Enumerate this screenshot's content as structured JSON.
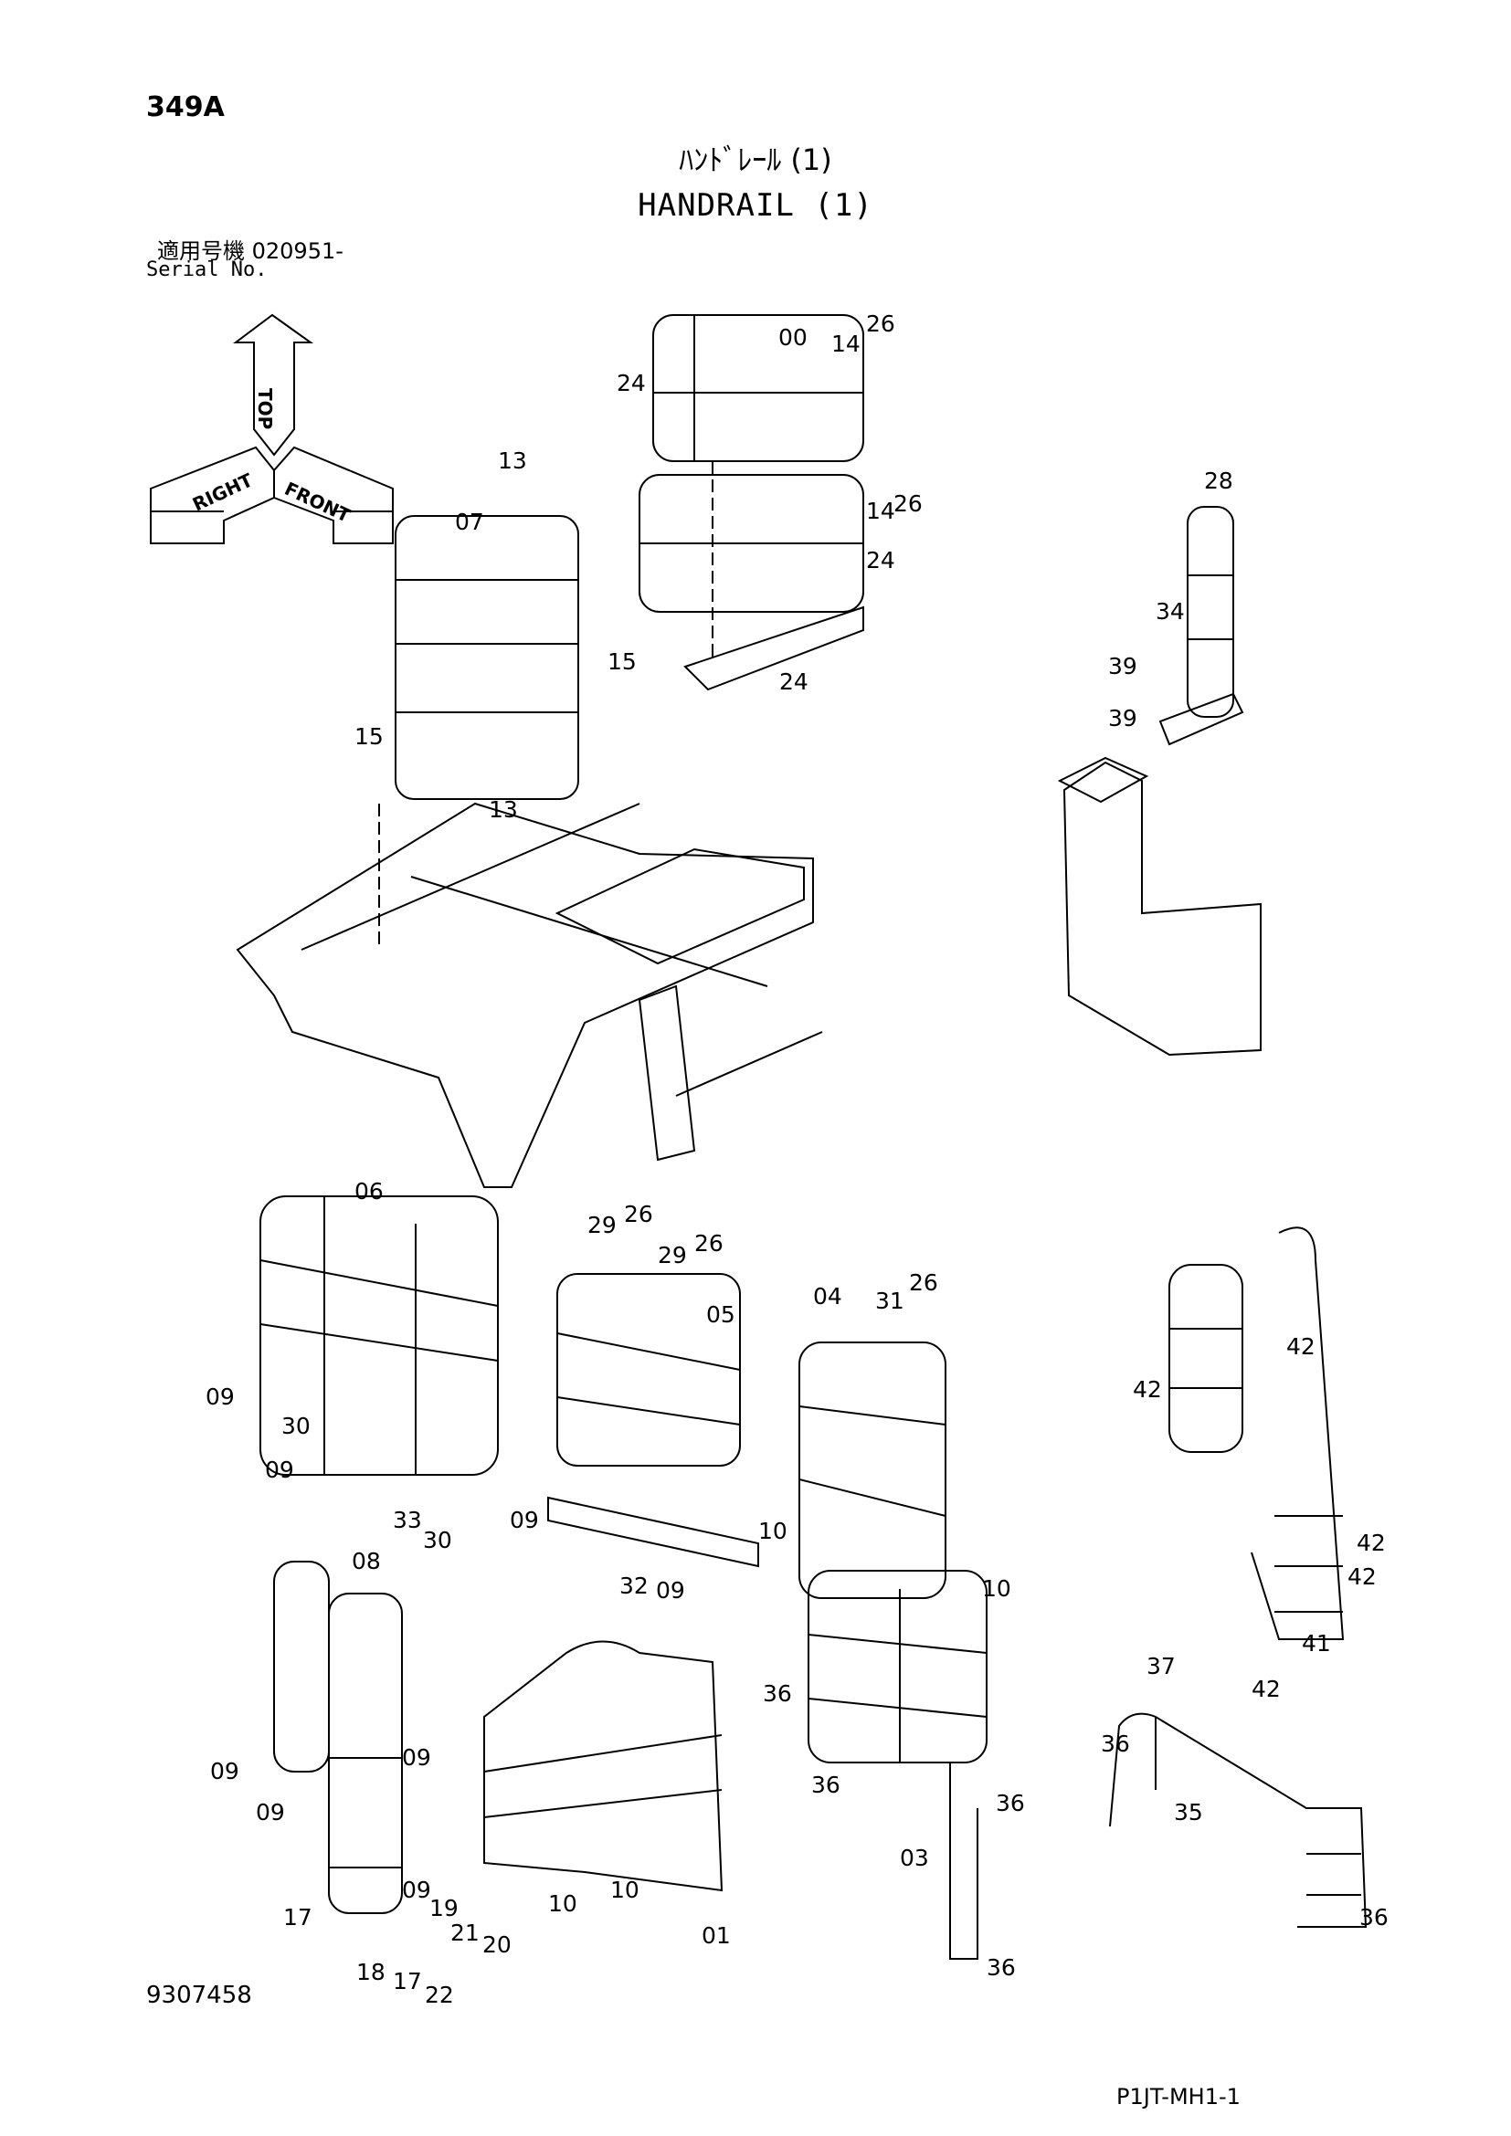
{
  "header": {
    "page_number": "349A",
    "title_jp": "ﾊﾝﾄﾞﾚｰﾙ (1)",
    "title_en": "HANDRAIL (1)",
    "serial_label_jp": "適用号機  020951-",
    "serial_label_en": "Serial No."
  },
  "orientation": {
    "top": "TOP",
    "front": "FRONT",
    "right": "RIGHT"
  },
  "callouts": [
    {
      "id": "c00",
      "text": "00"
    },
    {
      "id": "c14a",
      "text": "14"
    },
    {
      "id": "c26a",
      "text": "26"
    },
    {
      "id": "c24a",
      "text": "24"
    },
    {
      "id": "c26b",
      "text": "26"
    },
    {
      "id": "c14b",
      "text": "14"
    },
    {
      "id": "c13a",
      "text": "13"
    },
    {
      "id": "c07",
      "text": "07"
    },
    {
      "id": "c24b",
      "text": "24"
    },
    {
      "id": "c15a",
      "text": "15"
    },
    {
      "id": "c24c",
      "text": "24"
    },
    {
      "id": "c15b",
      "text": "15"
    },
    {
      "id": "c13b",
      "text": "13"
    },
    {
      "id": "c28",
      "text": "28"
    },
    {
      "id": "c34",
      "text": "34"
    },
    {
      "id": "c39a",
      "text": "39"
    },
    {
      "id": "c39b",
      "text": "39"
    },
    {
      "id": "c06",
      "text": "06"
    },
    {
      "id": "c29a",
      "text": "29"
    },
    {
      "id": "c26c",
      "text": "26"
    },
    {
      "id": "c29b",
      "text": "29"
    },
    {
      "id": "c26d",
      "text": "26"
    },
    {
      "id": "c05",
      "text": "05"
    },
    {
      "id": "c04",
      "text": "04"
    },
    {
      "id": "c31",
      "text": "31"
    },
    {
      "id": "c26e",
      "text": "26"
    },
    {
      "id": "c09a",
      "text": "09"
    },
    {
      "id": "c30a",
      "text": "30"
    },
    {
      "id": "c09b",
      "text": "09"
    },
    {
      "id": "c33",
      "text": "33"
    },
    {
      "id": "c30b",
      "text": "30"
    },
    {
      "id": "c09c",
      "text": "09"
    },
    {
      "id": "c10a",
      "text": "10"
    },
    {
      "id": "c32",
      "text": "32"
    },
    {
      "id": "c09d",
      "text": "09"
    },
    {
      "id": "c10b",
      "text": "10"
    },
    {
      "id": "c42a",
      "text": "42"
    },
    {
      "id": "c42b",
      "text": "42"
    },
    {
      "id": "c42c",
      "text": "42"
    },
    {
      "id": "c42d",
      "text": "42"
    },
    {
      "id": "c41",
      "text": "41"
    },
    {
      "id": "c42e",
      "text": "42"
    },
    {
      "id": "c08",
      "text": "08"
    },
    {
      "id": "c09e",
      "text": "09"
    },
    {
      "id": "c09f",
      "text": "09"
    },
    {
      "id": "c09g",
      "text": "09"
    },
    {
      "id": "c09h",
      "text": "09"
    },
    {
      "id": "c17a",
      "text": "17"
    },
    {
      "id": "c19",
      "text": "19"
    },
    {
      "id": "c21",
      "text": "21"
    },
    {
      "id": "c20",
      "text": "20"
    },
    {
      "id": "c18",
      "text": "18"
    },
    {
      "id": "c17b",
      "text": "17"
    },
    {
      "id": "c22",
      "text": "22"
    },
    {
      "id": "c10c",
      "text": "10"
    },
    {
      "id": "c10d",
      "text": "10"
    },
    {
      "id": "c01",
      "text": "01"
    },
    {
      "id": "c36a",
      "text": "36"
    },
    {
      "id": "c36b",
      "text": "36"
    },
    {
      "id": "c03",
      "text": "03"
    },
    {
      "id": "c36c",
      "text": "36"
    },
    {
      "id": "c36d",
      "text": "36"
    },
    {
      "id": "c37",
      "text": "37"
    },
    {
      "id": "c36e",
      "text": "36"
    },
    {
      "id": "c35",
      "text": "35"
    },
    {
      "id": "c36f",
      "text": "36"
    }
  ],
  "footer": {
    "drawing_number": "9307458",
    "page_code": "P1JT-MH1-1"
  }
}
